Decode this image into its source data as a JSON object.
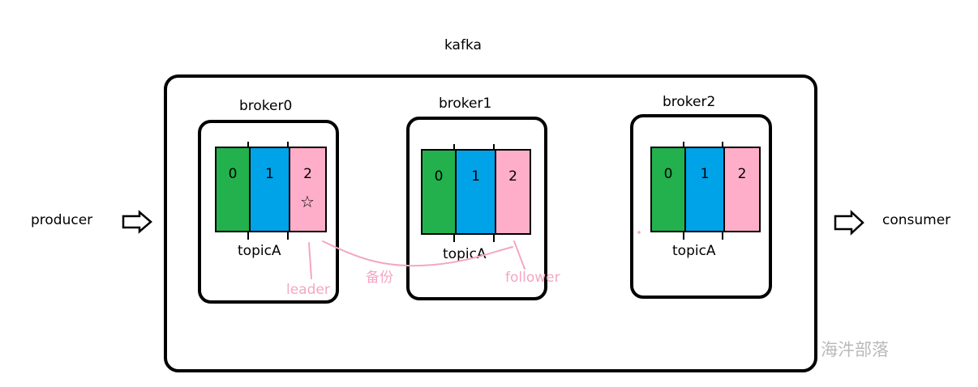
{
  "title": "kafka",
  "producer": "producer",
  "consumer": "consumer",
  "brokers": [
    {
      "name": "broker0",
      "topic": "topicA",
      "partitions": [
        "0",
        "1",
        "2"
      ]
    },
    {
      "name": "broker1",
      "topic": "topicA",
      "partitions": [
        "0",
        "1",
        "2"
      ]
    },
    {
      "name": "broker2",
      "topic": "topicA",
      "partitions": [
        "0",
        "1",
        "2"
      ]
    }
  ],
  "annotations": {
    "leader": "leader",
    "backup": "备份",
    "follower": "follower",
    "leader_marker": "☆"
  },
  "watermark": "海汼部落",
  "colors": {
    "partition0": "#22b14c",
    "partition1": "#00a2e8",
    "partition2": "#ffaec9",
    "annotation": "#f4a6c4",
    "border": "#000000"
  }
}
